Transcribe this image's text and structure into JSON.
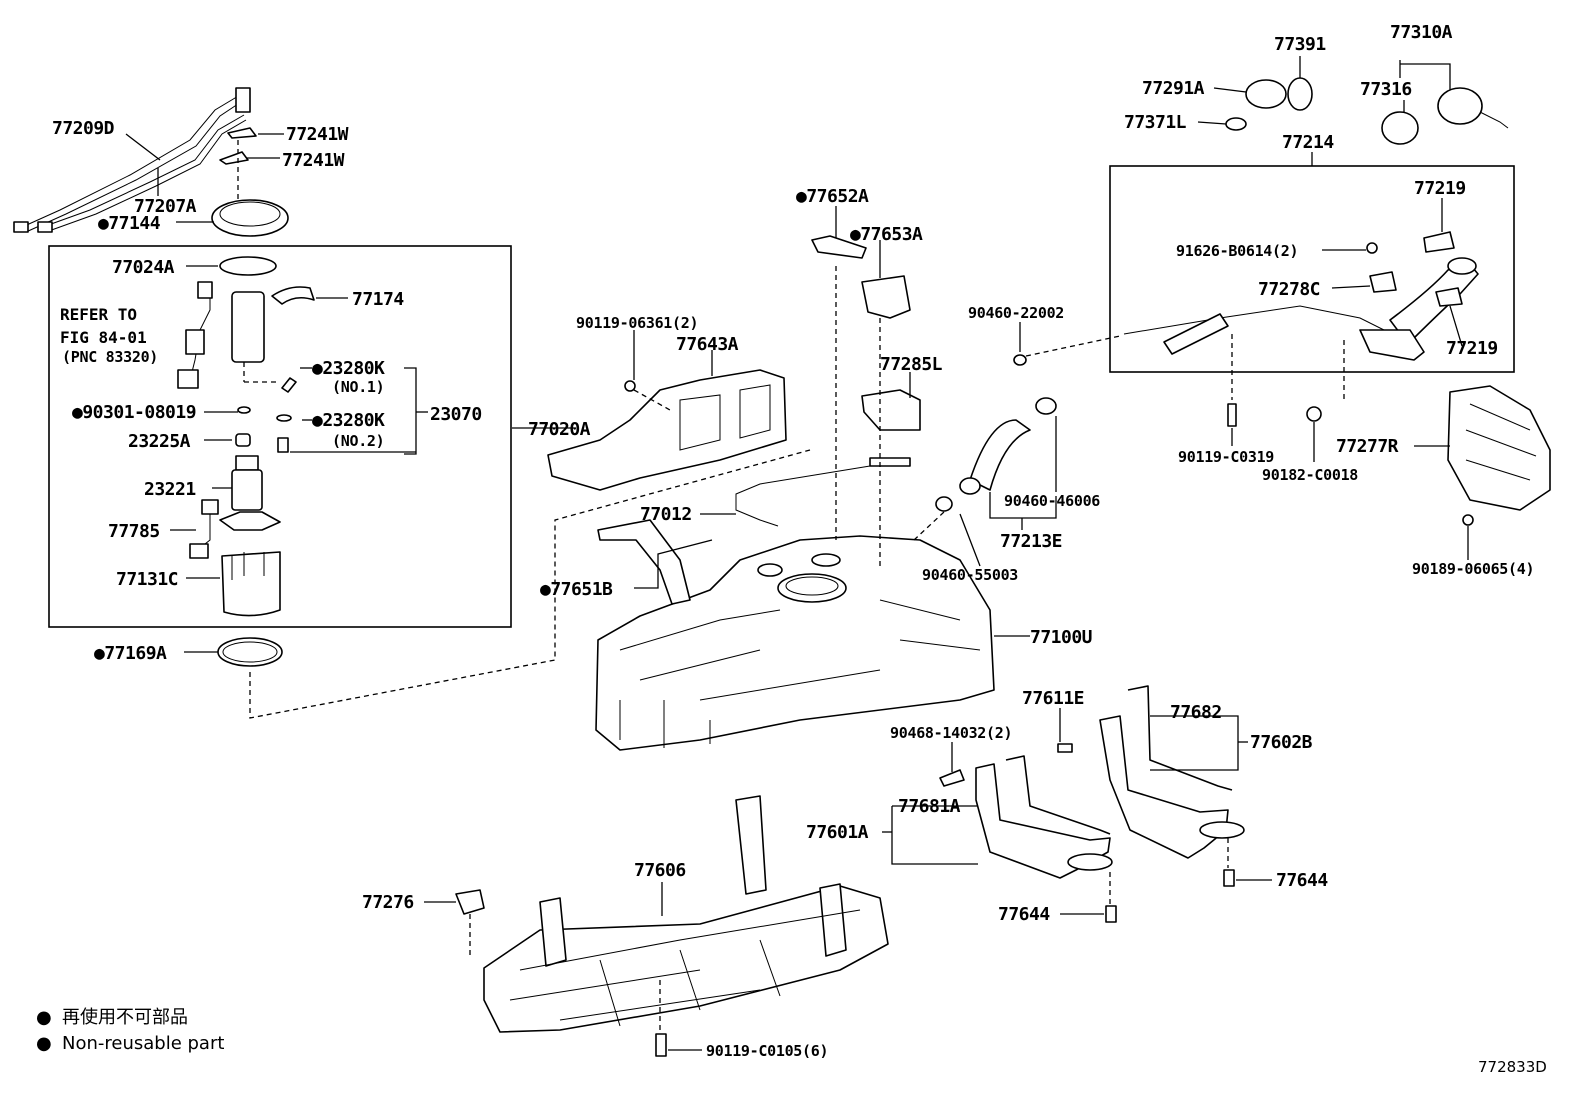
{
  "labels": {
    "p77209D": "77209D",
    "p77241W_a": "77241W",
    "p77241W_b": "77241W",
    "p77207A": "77207A",
    "p77144": "77144",
    "p77024A": "77024A",
    "p77174": "77174",
    "refer_line1": "REFER TO",
    "refer_line2": "FIG 84-01",
    "refer_line3": "(PNC 83320)",
    "p23280K_1": "23280K",
    "no1": "(NO.1)",
    "p23280K_2": "23280K",
    "no2": "(NO.2)",
    "p90301": "90301-08019",
    "p23070": "23070",
    "p23225A": "23225A",
    "p23221": "23221",
    "p77785": "77785",
    "p77131C": "77131C",
    "p77020A": "77020A",
    "p77169A": "77169A",
    "p90119_06361": "90119-06361(2)",
    "p77643A": "77643A",
    "p77652A": "77652A",
    "p77653A": "77653A",
    "p77285L": "77285L",
    "p77012": "77012",
    "p77651B": "77651B",
    "p77100U": "77100U",
    "p90460_22002": "90460-22002",
    "p90460_46006": "90460-46006",
    "p77213E": "77213E",
    "p90460_55003": "90460-55003",
    "p77391": "77391",
    "p77310A": "77310A",
    "p77291A": "77291A",
    "p77316": "77316",
    "p77371L": "77371L",
    "p77214": "77214",
    "p77219_a": "77219",
    "p91626": "91626-B0614(2)",
    "p77278C": "77278C",
    "p77219_b": "77219",
    "p90119_C0319": "90119-C0319",
    "p90182": "90182-C0018",
    "p77277R": "77277R",
    "p90189": "90189-06065(4)",
    "p77611E": "77611E",
    "p90468": "90468-14032(2)",
    "p77682": "77682",
    "p77602B": "77602B",
    "p77681A": "77681A",
    "p77601A": "77601A",
    "p77644_a": "77644",
    "p77644_b": "77644",
    "p77606": "77606",
    "p77276": "77276",
    "p90119_C0105": "90119-C0105(6)"
  },
  "legend": {
    "bullet": "●",
    "line1": "再使用不可部品",
    "line2": "Non-reusable part"
  },
  "diagram_id": "772833D",
  "non_reusable_marker": "●"
}
